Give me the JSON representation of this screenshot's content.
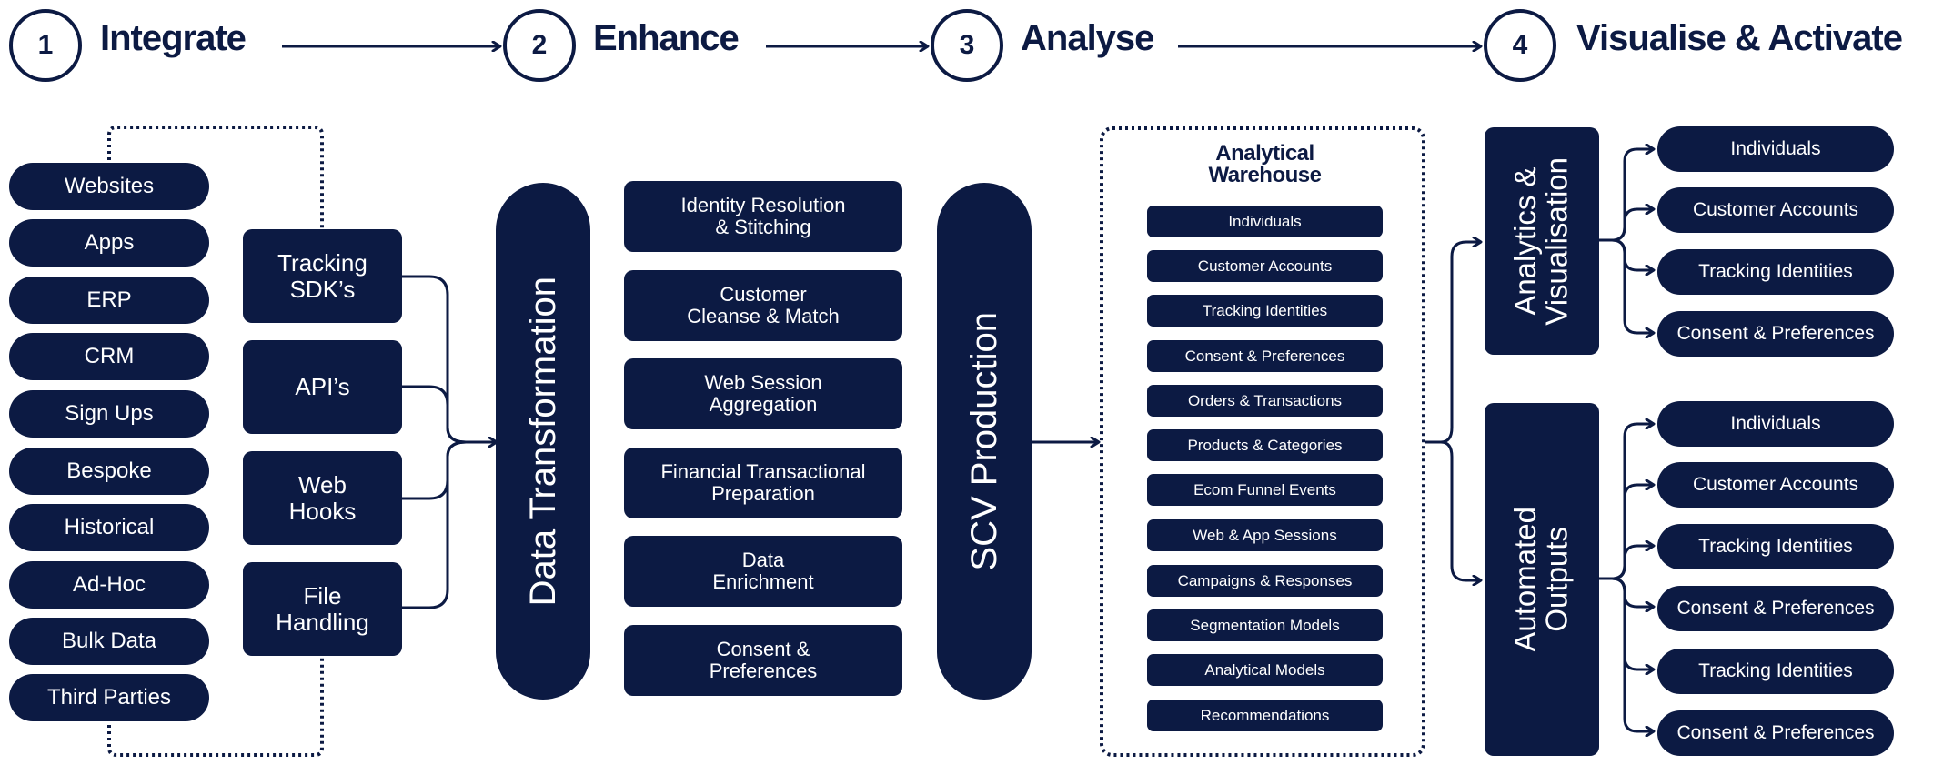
{
  "steps": [
    {
      "number": "1",
      "title": "Integrate"
    },
    {
      "number": "2",
      "title": "Enhance"
    },
    {
      "number": "3",
      "title": "Analyse"
    },
    {
      "number": "4",
      "title": "Visualise & Activate"
    }
  ],
  "integrate": {
    "sources": [
      "Websites",
      "Apps",
      "ERP",
      "CRM",
      "Sign Ups",
      "Bespoke",
      "Historical",
      "Ad-Hoc",
      "Bulk Data",
      "Third Parties"
    ],
    "methods": [
      "Tracking\nSDK’s",
      "API’s",
      "Web\nHooks",
      "File\nHandling"
    ]
  },
  "enhance": {
    "transformation_label": "Data Transformation",
    "processes": [
      "Identity Resolution\n& Stitching",
      "Customer\nCleanse & Match",
      "Web Session\nAggregation",
      "Financial Transactional\nPreparation",
      "Data\nEnrichment",
      "Consent &\nPreferences"
    ],
    "scv_label": "SCV Production"
  },
  "analyse": {
    "warehouse_title": "Analytical\nWarehouse",
    "tables": [
      "Individuals",
      "Customer Accounts",
      "Tracking Identities",
      "Consent & Preferences",
      "Orders & Transactions",
      "Products & Categories",
      "Ecom Funnel Events",
      "Web & App Sessions",
      "Campaigns & Responses",
      "Segmentation Models",
      "Analytical Models",
      "Recommendations"
    ]
  },
  "activate": {
    "analytics": {
      "label": "Analytics &\nVisualisation",
      "outputs": [
        "Individuals",
        "Customer Accounts",
        "Tracking Identities",
        "Consent & Preferences"
      ]
    },
    "automated": {
      "label": "Automated\nOutputs",
      "outputs": [
        "Individuals",
        "Customer Accounts",
        "Tracking Identities",
        "Consent & Preferences",
        "Tracking Identities",
        "Consent & Preferences"
      ]
    }
  },
  "colors": {
    "navy": "#0c1a43",
    "background": "#ffffff",
    "text_on_navy": "#ffffff"
  }
}
